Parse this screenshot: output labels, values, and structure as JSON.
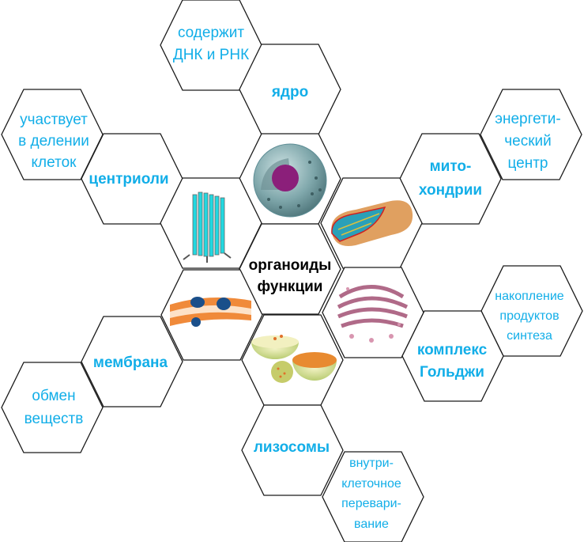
{
  "center": {
    "lines": [
      "органоиды",
      "функции"
    ]
  },
  "organelles": [
    {
      "id": "nucleus",
      "label": [
        "ядро"
      ],
      "function": [
        "содержит",
        "ДНК и РНК"
      ]
    },
    {
      "id": "centrioles",
      "label": [
        "центриоли"
      ],
      "function": [
        "участвует",
        "в делении",
        "клеток"
      ]
    },
    {
      "id": "mitochondria",
      "label": [
        "мито-",
        "хондрии"
      ],
      "function": [
        "энергети-",
        "ческий",
        "центр"
      ]
    },
    {
      "id": "golgi",
      "label": [
        "комплекс",
        "Гольджи"
      ],
      "function": [
        "накопление",
        "продуктов",
        "синтеза"
      ]
    },
    {
      "id": "membrane",
      "label": [
        "мембрана"
      ],
      "function": [
        "обмен",
        "веществ"
      ]
    },
    {
      "id": "lysosomes",
      "label": [
        "лизосомы"
      ],
      "function": [
        "внутри-",
        "клеточное",
        "перевари-",
        "вание"
      ]
    }
  ],
  "colors": {
    "label": "#12aee8",
    "center": "#000000",
    "outline": "#1a1a1a"
  }
}
